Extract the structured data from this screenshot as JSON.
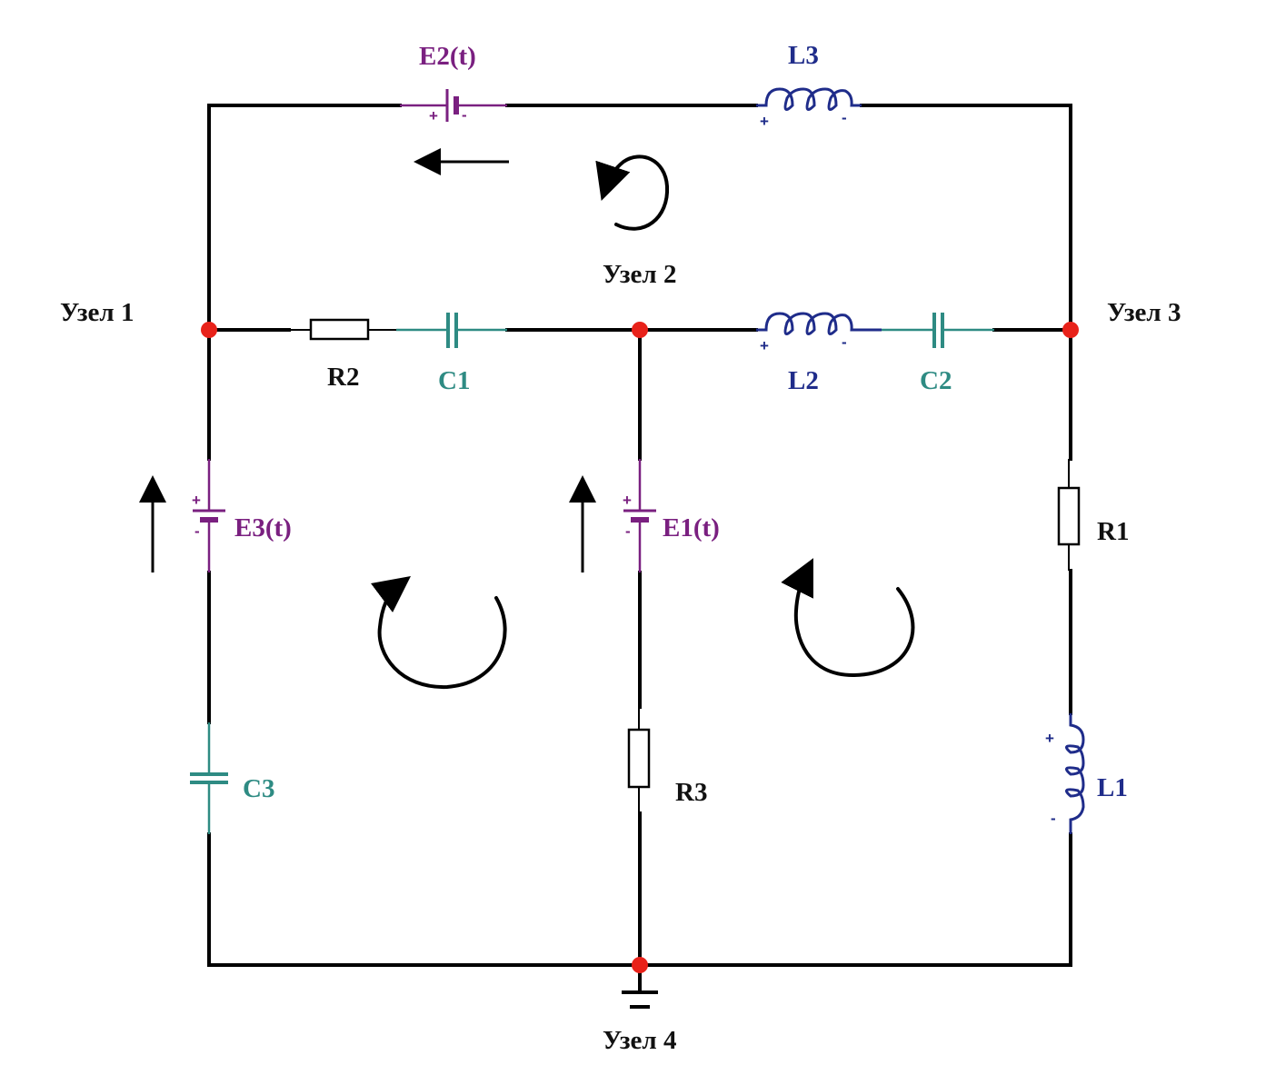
{
  "colors": {
    "wire": "#000000",
    "node": "#e8221a",
    "source": "#7a2080",
    "capacitor": "#2e8b83",
    "inductor": "#1f2c8a",
    "resistor": "#000000",
    "text": "#111111"
  },
  "nodes": {
    "node1": "Узел 1",
    "node2": "Узел 2",
    "node3": "Узел 3",
    "node4": "Узел 4"
  },
  "components": {
    "e1": "E1(t)",
    "e2": "E2(t)",
    "e3": "E3(t)",
    "r1": "R1",
    "r2": "R2",
    "r3": "R3",
    "c1": "C1",
    "c2": "C2",
    "c3": "C3",
    "l1": "L1",
    "l2": "L2",
    "l3": "L3"
  },
  "polarity": {
    "plus": "+",
    "minus": "-"
  },
  "icons": {
    "current_arrow": "arrow-icon",
    "loop_arrow": "loop-arrow-icon",
    "ground": "ground-icon"
  }
}
